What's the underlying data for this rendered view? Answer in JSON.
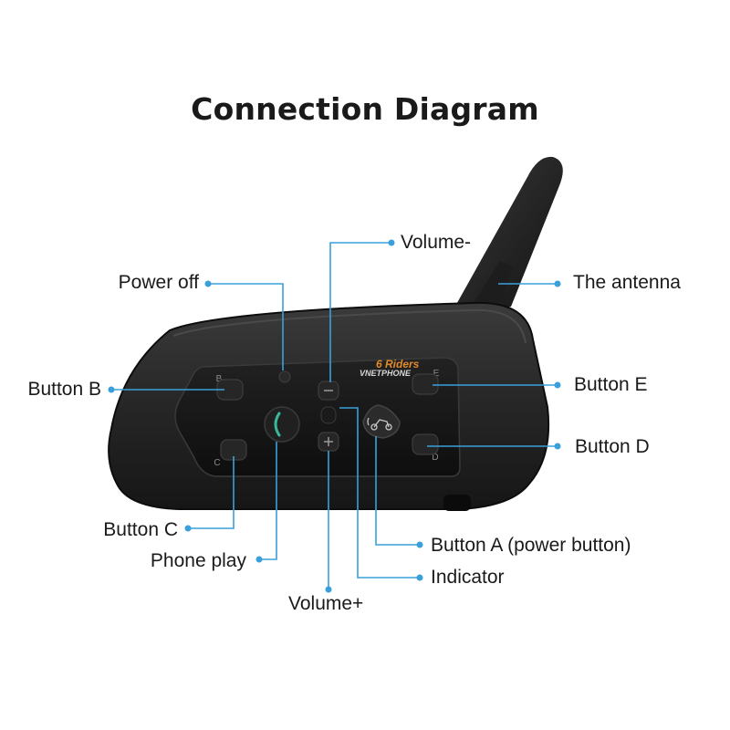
{
  "title": "Connection Diagram",
  "device": {
    "brand_top": "6 Riders",
    "brand_bottom": "VNETPHONE",
    "button_letters": {
      "b": "B",
      "c": "C",
      "d": "D",
      "e": "E"
    }
  },
  "callouts": {
    "volume_minus": "Volume-",
    "power_off": "Power off",
    "antenna": "The antenna",
    "button_b": "Button B",
    "button_e": "Button E",
    "button_d": "Button D",
    "button_c": "Button C",
    "phone_play": "Phone play",
    "button_a": "Button A (power button)",
    "indicator": "Indicator",
    "volume_plus": "Volume+"
  },
  "colors": {
    "leader": "#3aa0dc",
    "body": "#262626",
    "panel": "#151515",
    "phone_icon": "#39b89a",
    "brand_top": "#e08a2a"
  }
}
